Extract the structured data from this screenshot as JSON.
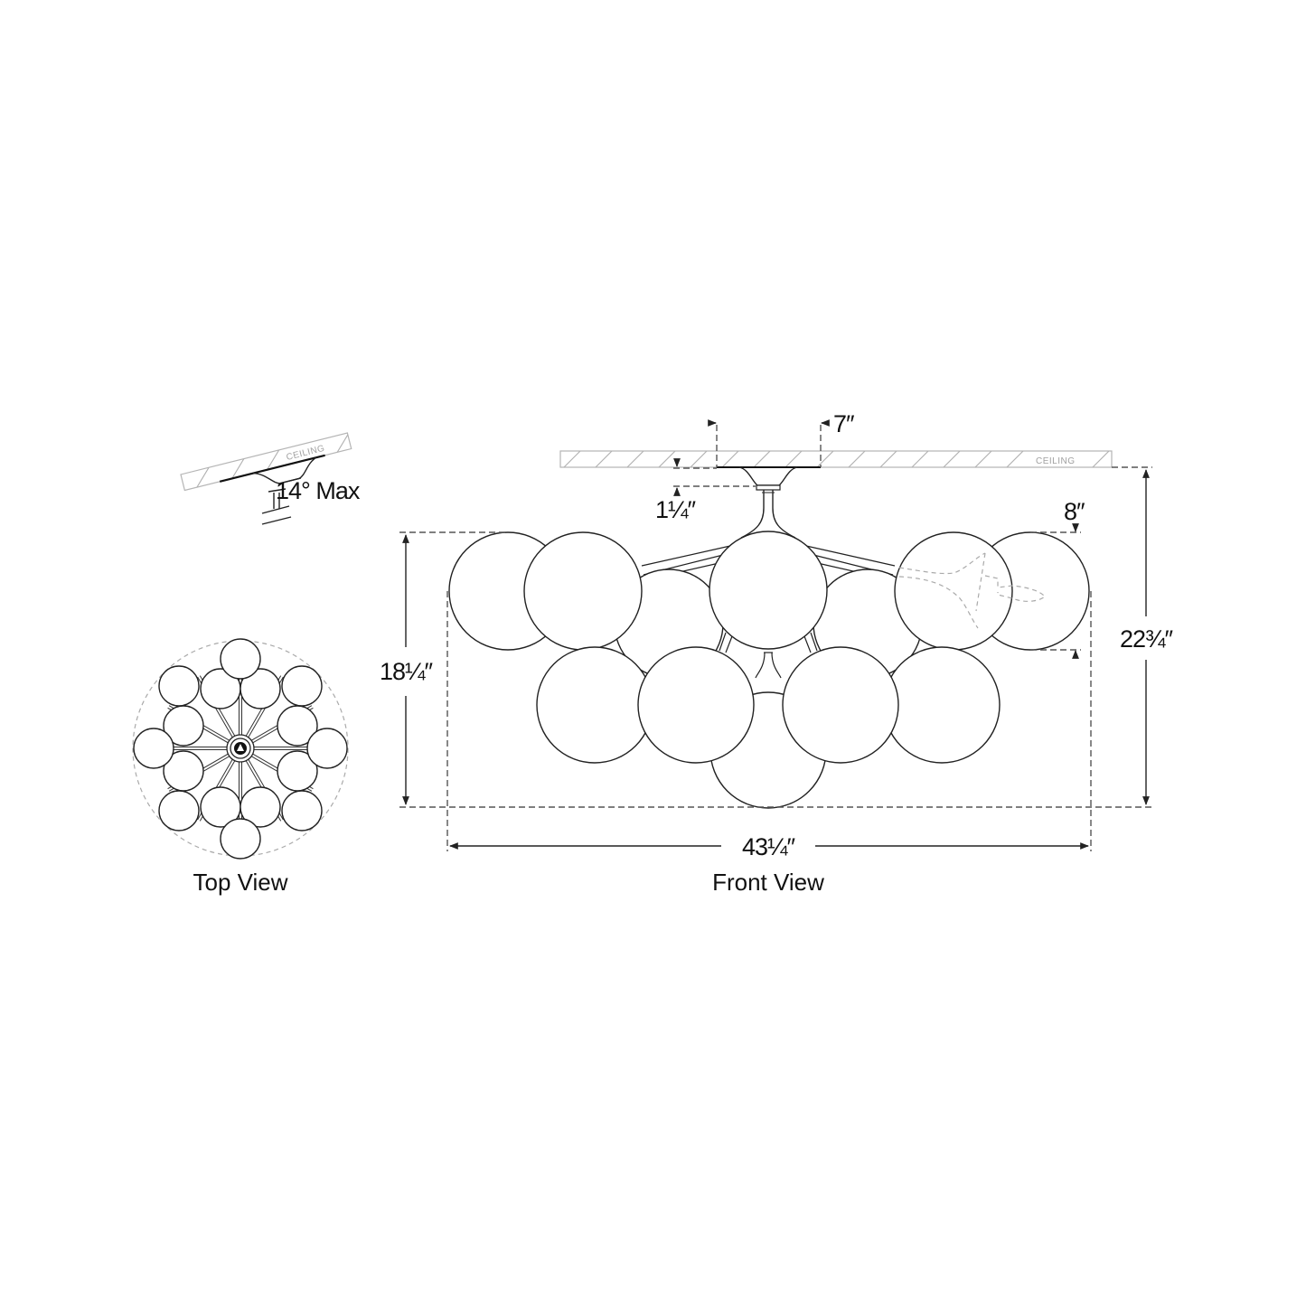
{
  "drawing": {
    "type": "technical-dimension-drawing",
    "subject": "multi-globe flush mount ceiling light"
  },
  "tilt_view": {
    "ceiling_label": "CEILING",
    "angle_label": "14° Max"
  },
  "front_view": {
    "caption": "Front View",
    "ceiling_label": "CEILING",
    "dimensions": {
      "canopy_width": "7″",
      "canopy_depth": "1¼″",
      "globe_diameter": "8″",
      "body_height": "18¼″",
      "overall_height": "22¾″",
      "overall_width": "43¼″"
    }
  },
  "top_view": {
    "caption": "Top View"
  },
  "colors": {
    "line": "#222222",
    "dash": "#555555",
    "ceiling_hatch": "#b0b0b0",
    "background": "#ffffff"
  }
}
